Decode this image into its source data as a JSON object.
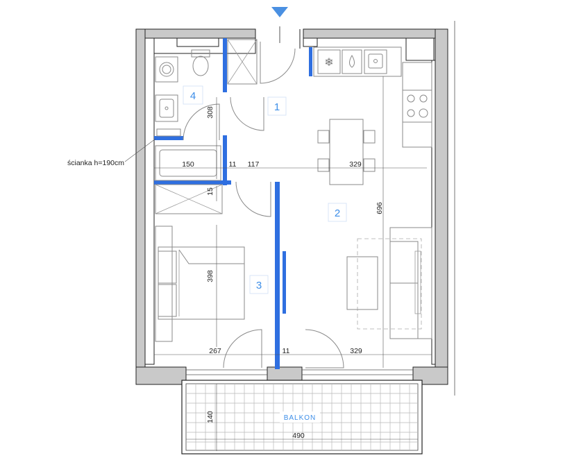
{
  "rooms": [
    {
      "number": "1"
    },
    {
      "number": "2"
    },
    {
      "number": "3"
    },
    {
      "number": "4"
    }
  ],
  "balcony": {
    "label": "BALKON",
    "depth": "140",
    "width": "490"
  },
  "dimensions": {
    "bath_height": "308",
    "bath_width": "150",
    "wall_11_upper": "11",
    "hall_width": "117",
    "kitchen_width": "329",
    "living_height": "696",
    "partition_15": "15",
    "bedroom_height": "398",
    "bedroom_width": "267",
    "wall_11_lower": "11",
    "living_width": "329"
  },
  "notes": {
    "partial_wall": "ścianka h=190cm"
  },
  "colors": {
    "accent": "#3d8ee8",
    "partition": "#2f6fe0",
    "wall_fill": "#c9c9c9",
    "entrance_marker": "#4a90e2"
  },
  "icons": [
    "entrance-arrow-icon",
    "washing-machine-icon",
    "toilet-icon",
    "washbasin-icon",
    "shower-icon",
    "fridge-icon",
    "dishwasher-icon",
    "sink-icon",
    "cooktop-icon"
  ]
}
